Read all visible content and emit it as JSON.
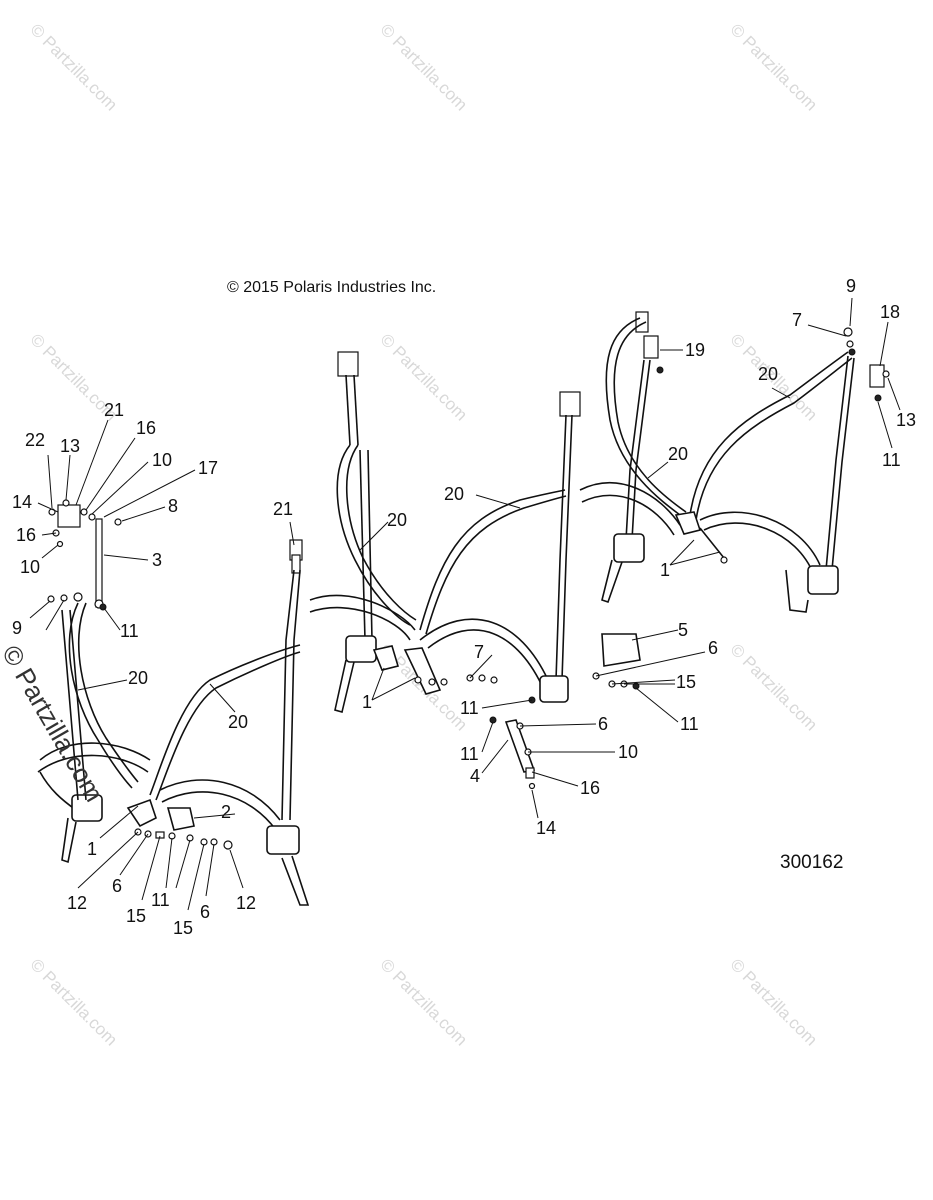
{
  "copyright": "© 2015 Polaris Industries Inc.",
  "diagram_id": "300162",
  "watermark": "© Partzilla.com",
  "watermark_large": "© Partzilla.com",
  "callouts": [
    "1",
    "2",
    "3",
    "4",
    "5",
    "6",
    "7",
    "8",
    "9",
    "10",
    "11",
    "12",
    "13",
    "14",
    "15",
    "16",
    "17",
    "18",
    "19",
    "20",
    "21",
    "22"
  ]
}
